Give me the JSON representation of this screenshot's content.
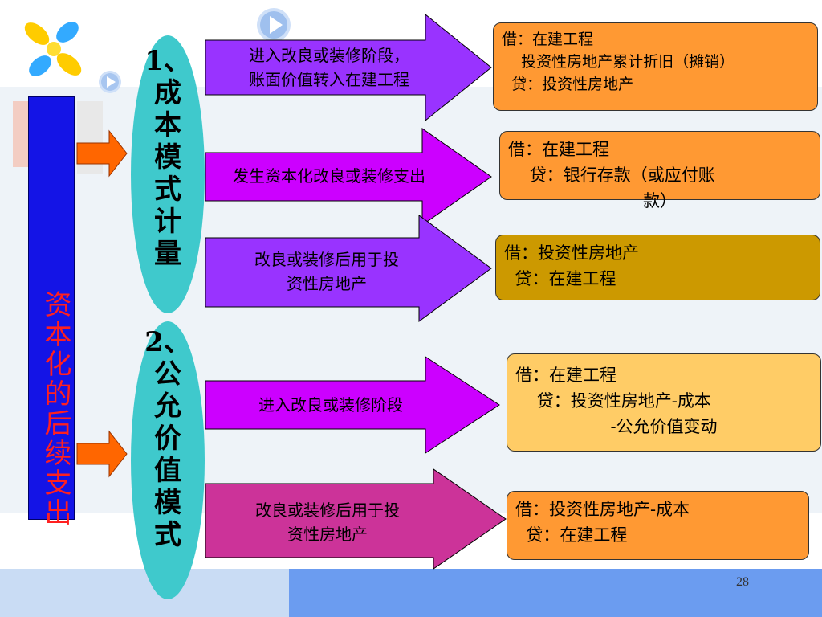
{
  "page_number": "28",
  "left_bar_label": "资本化的后续支出",
  "method_1": {
    "title": "1、\n成\n本\n模\n式\n计\n量"
  },
  "method_2": {
    "title": "2、\n公\n允\n价\n值\n模\n式"
  },
  "arrows": [
    {
      "label": "进入改良或装修阶段，\n账面价值转入在建工程",
      "color": "#9933ff"
    },
    {
      "label": "发生资本化改良或装修支出",
      "color": "#cc00ff"
    },
    {
      "label": "改良或装修后用于投\n资性房地产",
      "color": "#9933ff"
    },
    {
      "label": "进入改良或装修阶段",
      "color": "#cc00ff"
    },
    {
      "label": "改良或装修后用于投\n资性房地产",
      "color": "#cc3399"
    }
  ],
  "entries": [
    {
      "lines": [
        "借：在建工程",
        "    投资性房地产累计折旧（摊销）",
        "  贷：投资性房地产"
      ]
    },
    {
      "lines": [
        "借：在建工程",
        "    贷：银行存款（或应付账",
        "款）"
      ]
    },
    {
      "lines": [
        "借：投资性房地产",
        "  贷：在建工程"
      ]
    },
    {
      "lines": [
        "借：在建工程",
        "    贷：投资性房地产-成本",
        "-公允价值变动"
      ]
    },
    {
      "lines": [
        "借：投资性房地产-成本",
        "  贷：在建工程"
      ]
    }
  ],
  "colors": {
    "left_bar": "#1414e6",
    "left_bar_text": "#ff2020",
    "oval": "#3fc9cc",
    "small_arrow": "#ff6600"
  }
}
